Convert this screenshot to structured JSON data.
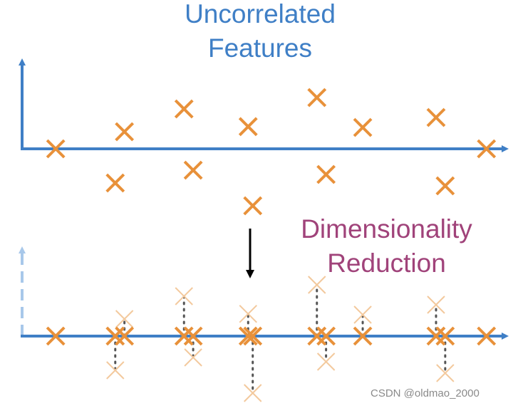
{
  "top_title": {
    "lines": [
      "Uncorrelated",
      "Features"
    ],
    "color": "#3f7fc6"
  },
  "bottom_title": {
    "lines": [
      "Dimensionality",
      "Reduction"
    ],
    "color": "#a0437a"
  },
  "watermark": "CSDN @oldmao_2000",
  "colors": {
    "axis": "#3f7fc6",
    "faded_axis": "#a8c8ea",
    "marker": "#e8913a",
    "faded_marker": "#f3c99d",
    "arrow": "#000000",
    "projection": "#555555"
  },
  "top_panel": {
    "points": [
      [
        0.05,
        0.0
      ],
      [
        0.2,
        0.6
      ],
      [
        0.18,
        -1.2
      ],
      [
        0.33,
        1.4
      ],
      [
        0.35,
        -0.75
      ],
      [
        0.47,
        0.78
      ],
      [
        0.48,
        -2.0
      ],
      [
        0.62,
        1.8
      ],
      [
        0.64,
        -0.9
      ],
      [
        0.72,
        0.75
      ],
      [
        0.88,
        1.1
      ],
      [
        0.9,
        -1.3
      ],
      [
        0.99,
        0.0
      ]
    ]
  },
  "bottom_panel": {
    "projected_x": [
      0.05,
      0.18,
      0.2,
      0.33,
      0.35,
      0.47,
      0.48,
      0.62,
      0.64,
      0.72,
      0.88,
      0.9,
      0.99
    ]
  }
}
